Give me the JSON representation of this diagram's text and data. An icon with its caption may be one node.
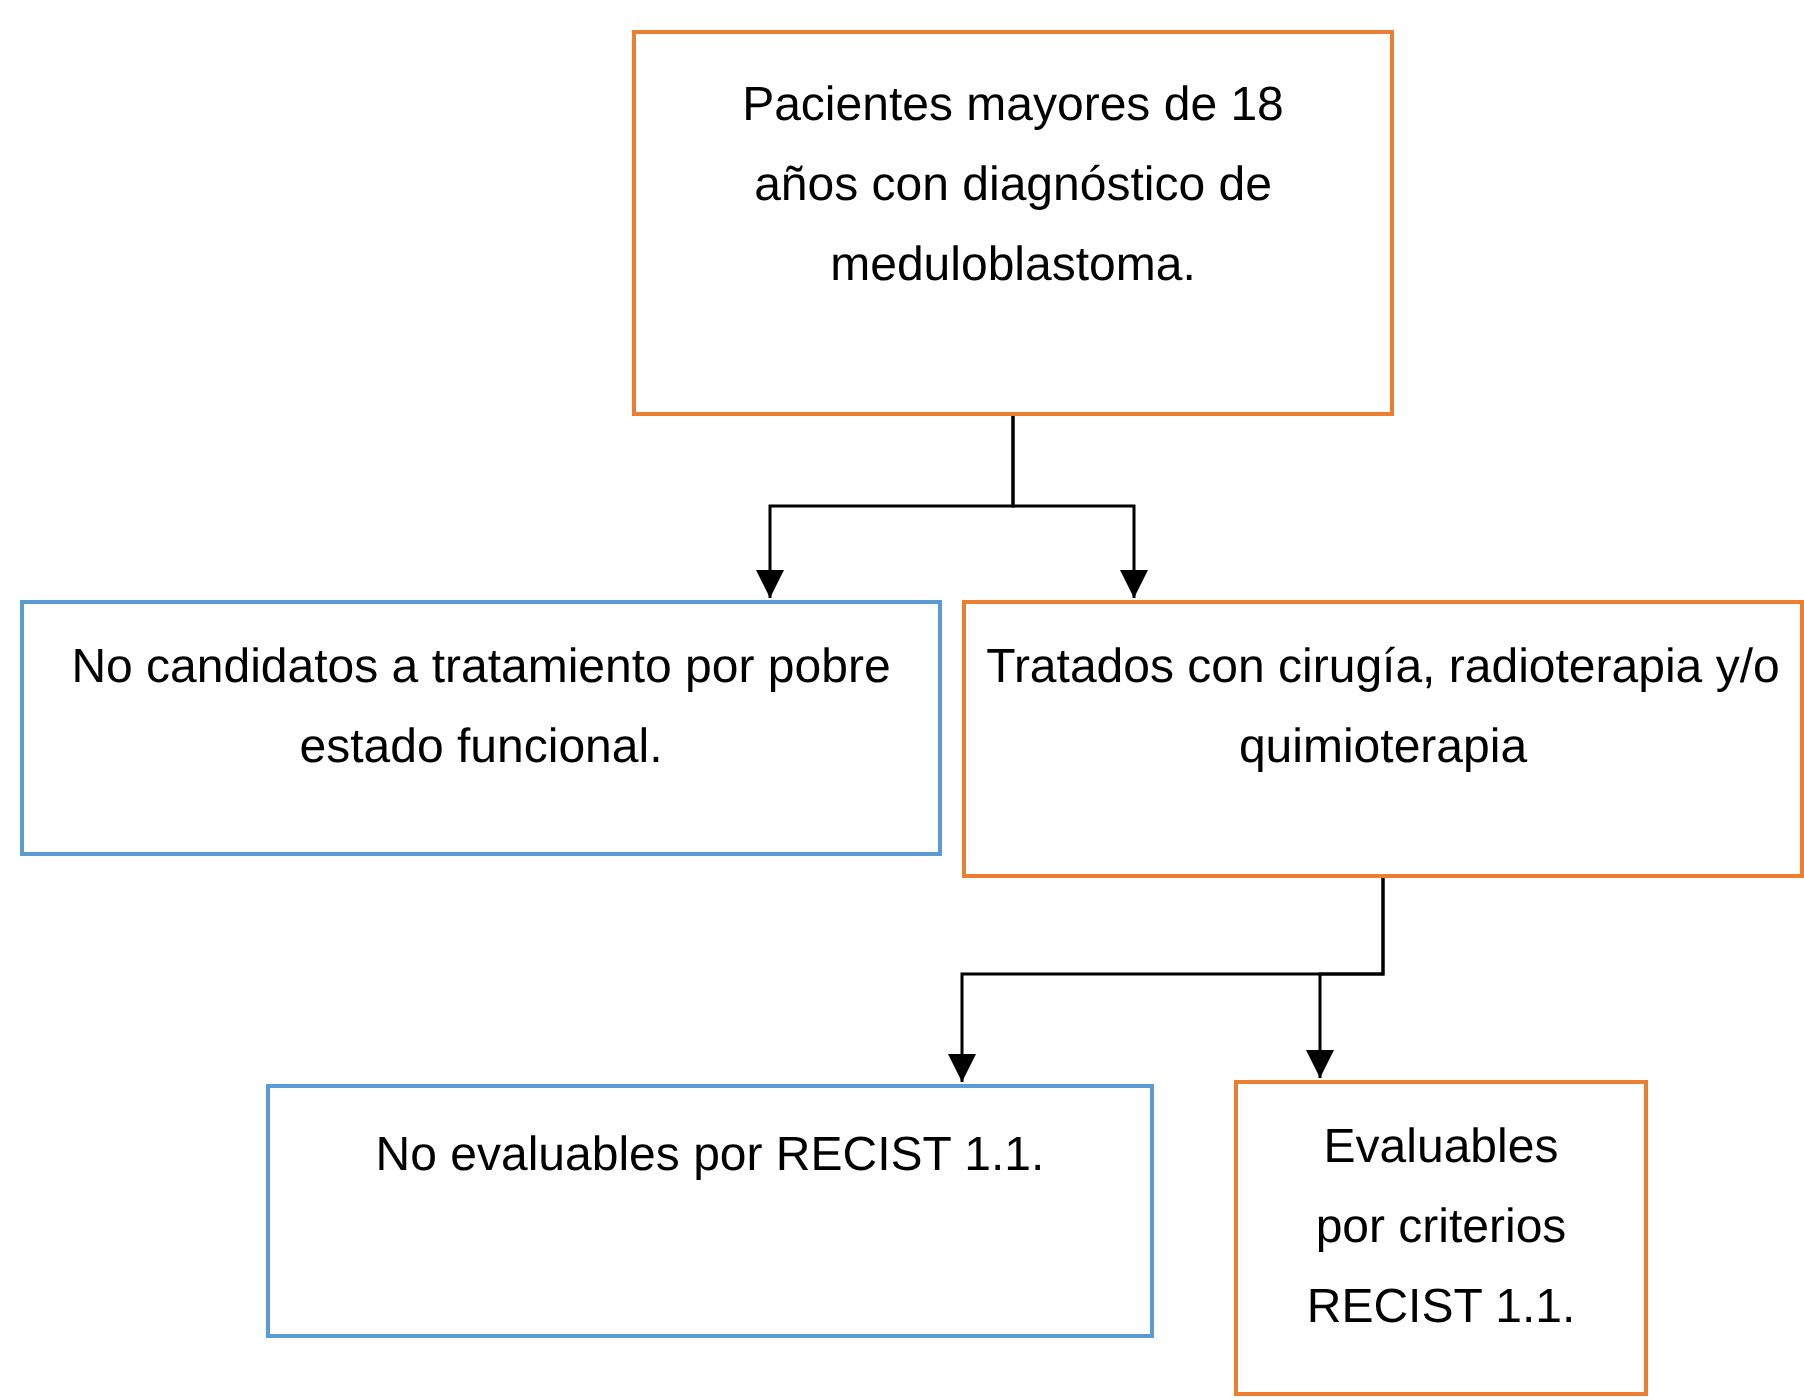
{
  "diagram": {
    "nodes": [
      {
        "text": [
          "Pacientes mayores de 18 años con diagnóstico de meduloblastoma."
        ]
      },
      {
        "text": [
          "No candidatos a tratamiento por pobre estado funcional."
        ]
      },
      {
        "text": [
          "Tratados con cirugía, radioterapia y/o quimioterapia"
        ]
      },
      {
        "text": [
          "No evaluables por RECIST 1.1."
        ]
      },
      {
        "text": [
          "Evaluables por criterios RECIST 1.1."
        ]
      }
    ],
    "edges": [
      {
        "from": 0,
        "to": 1,
        "arrow": "to"
      },
      {
        "from": 0,
        "to": 2,
        "arrow": "to"
      },
      {
        "from": 2,
        "to": 3,
        "arrow": "to"
      },
      {
        "from": 2,
        "to": 4,
        "arrow": "to"
      }
    ]
  }
}
